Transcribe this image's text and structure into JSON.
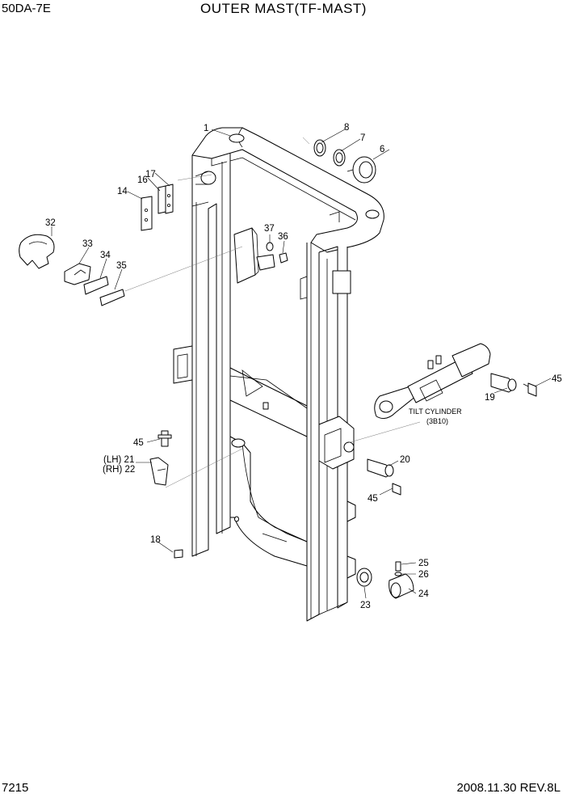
{
  "header": {
    "model": "50DA-7E",
    "title": "OUTER MAST(TF-MAST)"
  },
  "footer": {
    "page_number": "7215",
    "date_revision": "2008.11.30  REV.8L"
  },
  "diagram": {
    "tilt_cylinder_label": "TILT CYLINDER",
    "tilt_cylinder_ref": "(3B10)",
    "part_numbers": {
      "p1": "1",
      "p6": "6",
      "p7": "7",
      "p8": "8",
      "p14": "14",
      "p16": "16",
      "p17": "17",
      "p18": "18",
      "p19": "19",
      "p20": "20",
      "p21": "(LH) 21",
      "p22": "(RH) 22",
      "p23": "23",
      "p24": "24",
      "p25": "25",
      "p26": "26",
      "p32": "32",
      "p33": "33",
      "p34": "34",
      "p35": "35",
      "p36": "36",
      "p37": "37",
      "p45a": "45",
      "p45b": "45",
      "p45c": "45"
    }
  }
}
